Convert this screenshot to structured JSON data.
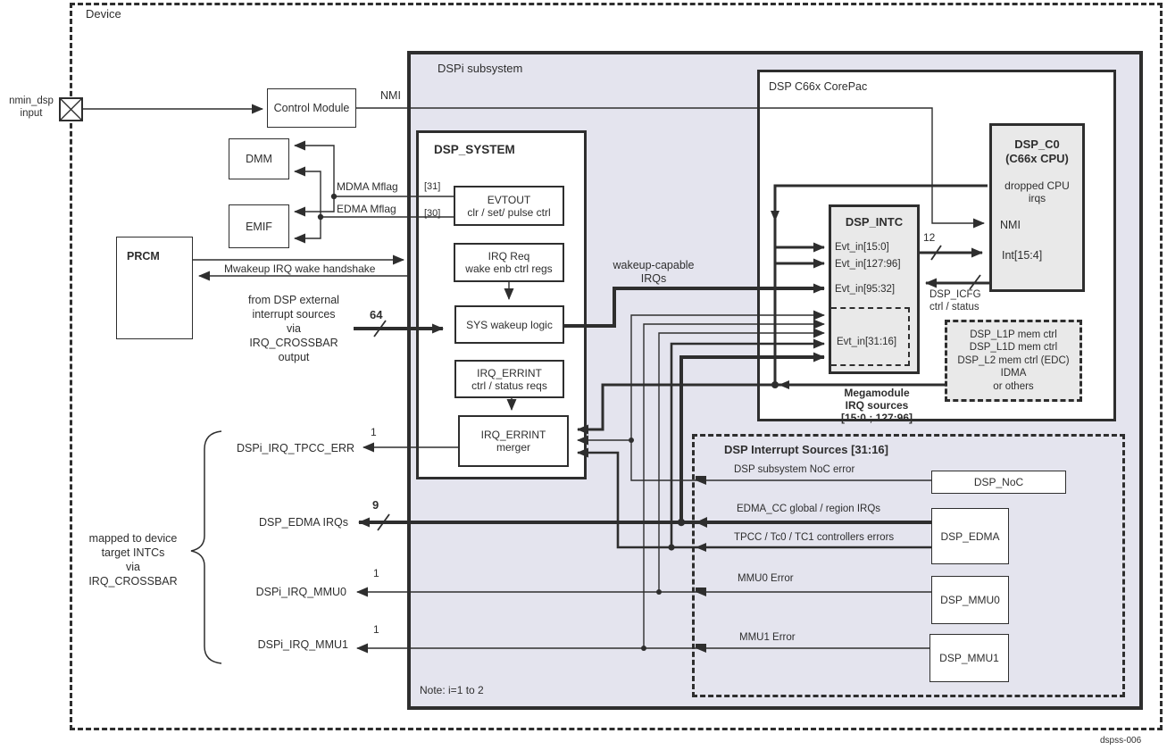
{
  "colors": {
    "line": "#2e2e2e",
    "subsystem_fill": "#e4e4ee",
    "block_fill": "#e9e9e9"
  },
  "device": {
    "label": "Device",
    "figure_id": "dspss-006"
  },
  "input": {
    "label": "nmin_dsp\ninput"
  },
  "blocks": {
    "control_module": "Control Module",
    "dmm": "DMM",
    "emif": "EMIF",
    "prcm": "PRCM"
  },
  "wires": {
    "nmi": "NMI",
    "mdma_mflag": "MDMA Mflag",
    "edma_mflag": "EDMA Mflag",
    "bit31": "[31]",
    "bit30": "[30]",
    "mwakeup": "Mwakeup IRQ wake handshake",
    "ext_sources": "from DSP external\ninterrupt sources\nvia\nIRQ_CROSSBAR\noutput",
    "bus64": "64",
    "wakeup_capable": "wakeup-capable\nIRQs",
    "bus12": "12",
    "icfg": "DSP_ICFG\nctrl  / status"
  },
  "subsystem": {
    "title": "DSPi  subsystem",
    "note": "Note: i=1 to 2",
    "dsp_system": {
      "title": "DSP_SYSTEM",
      "evtout": "EVTOUT\nclr / set/ pulse ctrl",
      "irq_req": "IRQ  Req\nwake enb ctrl regs",
      "sys_wakeup": "SYS wakeup logic",
      "errint_ctrl": "IRQ_ERRINT\nctrl / status reqs",
      "errint_merger": "IRQ_ERRINT\nmerger"
    }
  },
  "corepac": {
    "title": "DSP  C66x  CorePac",
    "dsp_c0": {
      "title": "DSP_C0\n(C66x CPU)",
      "dropped": "dropped CPU\nirqs",
      "nmi": "NMI",
      "int": "Int[15:4]"
    },
    "dsp_intc": {
      "title": "DSP_INTC",
      "evt_15_0": "Evt_in[15:0]",
      "evt_127_96": "Evt_in[127:96]",
      "evt_95_32": "Evt_in[95:32]",
      "evt_31_16": "Evt_in[31:16]"
    },
    "mem_ctrl": "DSP_L1P  mem ctrl\nDSP_L1D mem ctrl\nDSP_L2 mem ctrl (EDC)\nIDMA\nor others",
    "megamodule": "Megamodule\nIRQ sources\n[15:0 ;  127:96]"
  },
  "int_sources": {
    "title": "DSP Interrupt Sources [31:16]",
    "noc_label": "DSP subsystem  NoC error",
    "noc_box": "DSP_NoC",
    "edma_label": "EDMA_CC global / region  IRQs",
    "tpcc_label": "TPCC / Tc0 / TC1   controllers  errors",
    "edma_box": "DSP_EDMA",
    "mmu0_label": "MMU0 Error",
    "mmu0_box": "DSP_MMU0",
    "mmu1_label": "MMU1 Error",
    "mmu1_box": "DSP_MMU1"
  },
  "outputs": {
    "note": "mapped to device\ntarget INTCs\nvia\nIRQ_CROSSBAR",
    "tpcc_err": "DSPi_IRQ_TPCC_ERR",
    "tpcc_err_count": "1",
    "edma": "DSP_EDMA IRQs",
    "edma_count": "9",
    "mmu0": "DSPi_IRQ_MMU0",
    "mmu0_count": "1",
    "mmu1": "DSPi_IRQ_MMU1",
    "mmu1_count": "1"
  }
}
